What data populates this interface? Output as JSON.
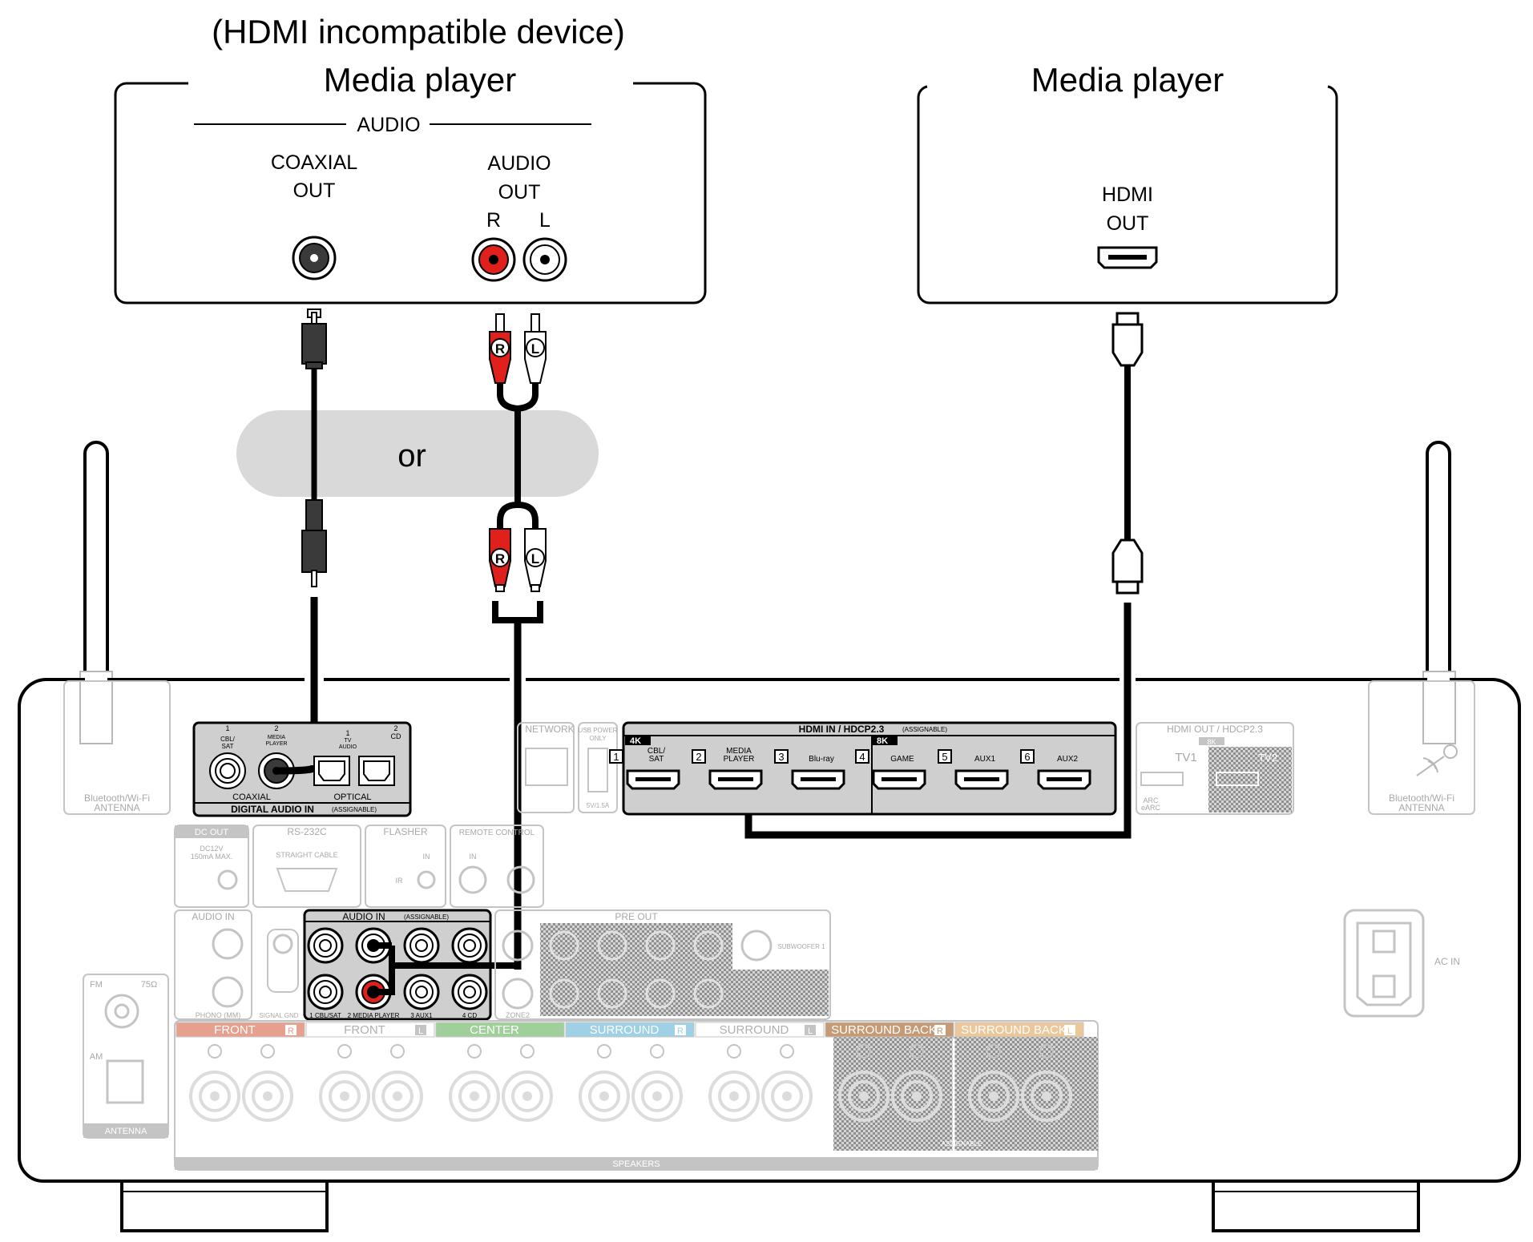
{
  "top_left_device": {
    "note": "(HDMI incompatible device)",
    "title": "Media player",
    "group_label": "AUDIO",
    "coaxial_label_1": "COAXIAL",
    "coaxial_label_2": "OUT",
    "audio_label_1": "AUDIO",
    "audio_label_2": "OUT",
    "right_channel": "R",
    "left_channel": "L"
  },
  "top_right_device": {
    "title": "Media player",
    "hdmi_label_1": "HDMI",
    "hdmi_label_2": "OUT"
  },
  "or_label": "or",
  "plug_marks": {
    "right": "R",
    "left": "L"
  },
  "receiver": {
    "antenna_label_1": "Bluetooth/Wi-Fi",
    "antenna_label_2": "ANTENNA",
    "digital_audio": {
      "title": "DIGITAL AUDIO IN",
      "assignable": "(ASSIGNABLE)",
      "coaxial": "COAXIAL",
      "optical": "OPTICAL",
      "ports": [
        {
          "num": "1",
          "name": "CBL/\nSAT"
        },
        {
          "num": "2",
          "name": "MEDIA\nPLAYER"
        },
        {
          "num": "1",
          "name": "TV\nAUDIO"
        },
        {
          "num": "2",
          "name": "CD"
        }
      ]
    },
    "network": "NETWORK",
    "usb_1": "USB POWER",
    "usb_2": "ONLY",
    "usb_3": "5V/1.5A",
    "hdmi_in": {
      "title": "HDMI IN / HDCP2.3",
      "assignable": "(ASSIGNABLE)",
      "badge_4k": "4K",
      "badge_8k": "8K",
      "ports": [
        {
          "num": "1",
          "name": "CBL/\nSAT"
        },
        {
          "num": "2",
          "name": "MEDIA\nPLAYER"
        },
        {
          "num": "3",
          "name": "Blu-ray"
        },
        {
          "num": "4",
          "name": "GAME"
        },
        {
          "num": "5",
          "name": "AUX1"
        },
        {
          "num": "6",
          "name": "AUX2"
        }
      ]
    },
    "hdmi_out": {
      "title": "HDMI OUT / HDCP2.3",
      "badge_8k": "8K",
      "tv1": "TV1",
      "tv2": "TV2",
      "arc_1": "ARC",
      "arc_2": "eARC"
    },
    "dc_out": "DC OUT",
    "dc_spec_1": "DC12V",
    "dc_spec_2": "150mA MAX.",
    "rs232c": "RS-232C",
    "straight_cable": "STRAIGHT CABLE",
    "flasher": "FLASHER",
    "flasher_in": "IN",
    "flasher_ir": "IR",
    "remote_control": "REMOTE CONTROL",
    "remote_in": "IN",
    "audio_in_left": "AUDIO IN",
    "phono": "PHONO (MM)",
    "signal_gnd": "SIGNAL GND",
    "audio_in_assignable": {
      "title": "AUDIO IN",
      "assignable": "(ASSIGNABLE)",
      "labels": [
        "1 CBL/SAT",
        "2 MEDIA PLAYER",
        "3 AUX1",
        "4 CD"
      ]
    },
    "zone2": "ZONE2",
    "pre_out": "PRE OUT",
    "subwoofer": "SUBWOOFER 1",
    "fm": "FM",
    "ohm": "75Ω",
    "am": "AM",
    "antenna": "ANTENNA",
    "ac_in": "AC IN",
    "speakers_label": "SPEAKERS",
    "assignable_small": "ASSIGNABLE",
    "speaker_groups": [
      {
        "name": "FRONT",
        "ch": "R",
        "color": "#e8a08e"
      },
      {
        "name": "FRONT",
        "ch": "L",
        "color": "#ffffff"
      },
      {
        "name": "CENTER",
        "ch": "",
        "color": "#9fd09a"
      },
      {
        "name": "SURROUND",
        "ch": "R",
        "color": "#9ed0e6"
      },
      {
        "name": "SURROUND",
        "ch": "L",
        "color": "#ffffff"
      },
      {
        "name": "SURROUND BACK",
        "ch": "R",
        "color": "#c69a74"
      },
      {
        "name": "SURROUND BACK",
        "ch": "L",
        "color": "#ecc79a"
      }
    ]
  },
  "colors": {
    "red_plug": "#e0201a",
    "panel_grey": "#cfcfcf",
    "cable": "#000000",
    "or_band": "#d9d9d9"
  }
}
